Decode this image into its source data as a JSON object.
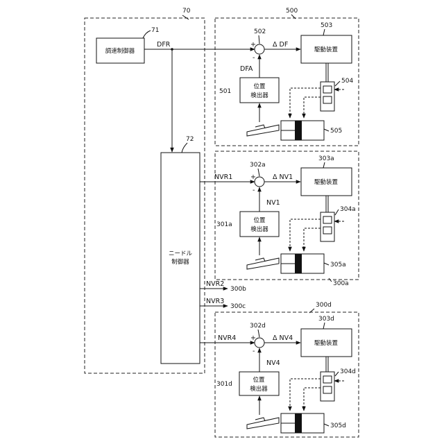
{
  "ref_labels": {
    "ctrl_unit": "70",
    "speed_ctrl": "71",
    "needle_ctrl": "72",
    "unit_500": "500",
    "sum_502": "502",
    "drive_503": "503",
    "act_504": "504",
    "valve_505": "505",
    "det_501": "501",
    "sum_302a": "302a",
    "drive_303a": "303a",
    "act_304a": "304a",
    "valve_305a": "305a",
    "det_301a": "301a",
    "unit_300a": "300a",
    "out_300b": "300b",
    "out_300c": "300c",
    "unit_300d": "300d",
    "sum_302d": "302d",
    "drive_303d": "303d",
    "act_304d": "304d",
    "valve_305d": "305d",
    "det_301d": "301d"
  },
  "blocks": {
    "speed_ctrl": "調速制御器",
    "needle_ctrl_line1": "ニードル",
    "needle_ctrl_line2": "制御器",
    "drive": "駆動装置",
    "detector_line1": "位置",
    "detector_line2": "検出器"
  },
  "signals": {
    "dfr": "DFR",
    "delta_df": "Δ DF",
    "dfa": "DFA",
    "nvr1": "NVR1",
    "delta_nv1": "Δ NV1",
    "nv1": "NV1",
    "nvr2": "NVR2",
    "nvr3": "NVR3",
    "nvr4": "NVR4",
    "delta_nv4": "Δ NV4",
    "nv4": "NV4",
    "plus": "+",
    "minus": "-"
  }
}
